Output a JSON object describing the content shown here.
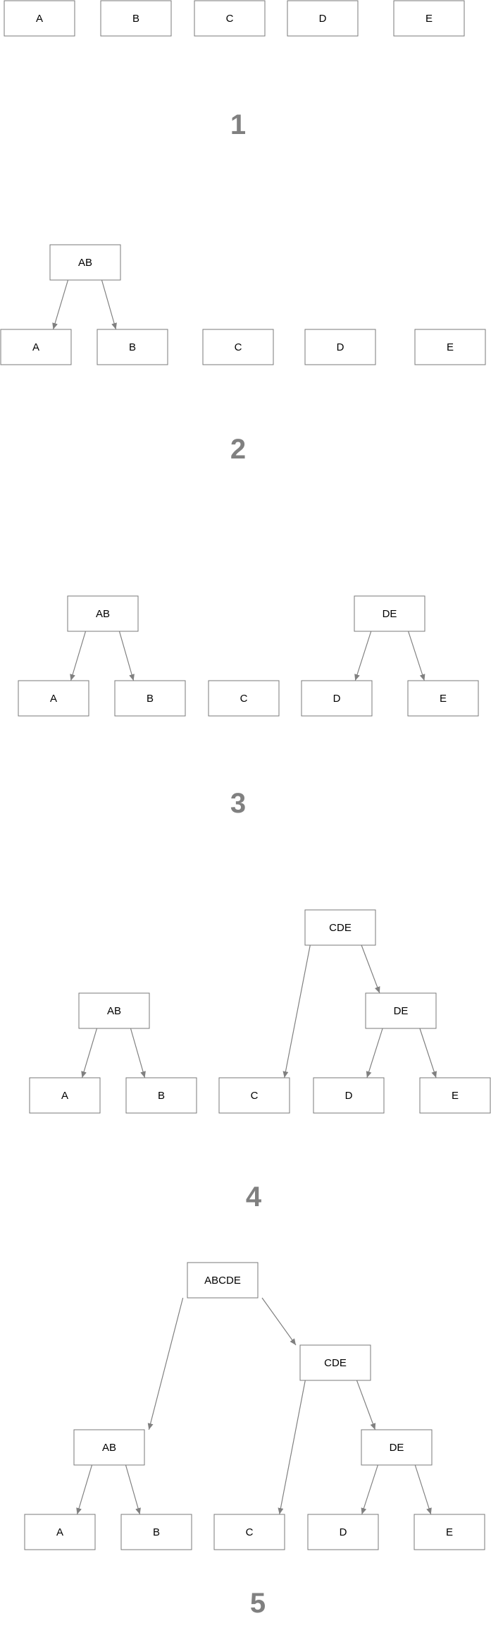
{
  "colors": {
    "node_border": "#7a7a7a",
    "edge": "#808080",
    "step_number": "#808080",
    "text": "#000000"
  },
  "steps": [
    {
      "number": "1",
      "nodes": [
        {
          "id": "A",
          "label": "A"
        },
        {
          "id": "B",
          "label": "B"
        },
        {
          "id": "C",
          "label": "C"
        },
        {
          "id": "D",
          "label": "D"
        },
        {
          "id": "E",
          "label": "E"
        }
      ],
      "edges": []
    },
    {
      "number": "2",
      "nodes": [
        {
          "id": "AB",
          "label": "AB"
        },
        {
          "id": "A",
          "label": "A"
        },
        {
          "id": "B",
          "label": "B"
        },
        {
          "id": "C",
          "label": "C"
        },
        {
          "id": "D",
          "label": "D"
        },
        {
          "id": "E",
          "label": "E"
        }
      ],
      "edges": [
        [
          "AB",
          "A"
        ],
        [
          "AB",
          "B"
        ]
      ]
    },
    {
      "number": "3",
      "nodes": [
        {
          "id": "AB",
          "label": "AB"
        },
        {
          "id": "DE",
          "label": "DE"
        },
        {
          "id": "A",
          "label": "A"
        },
        {
          "id": "B",
          "label": "B"
        },
        {
          "id": "C",
          "label": "C"
        },
        {
          "id": "D",
          "label": "D"
        },
        {
          "id": "E",
          "label": "E"
        }
      ],
      "edges": [
        [
          "AB",
          "A"
        ],
        [
          "AB",
          "B"
        ],
        [
          "DE",
          "D"
        ],
        [
          "DE",
          "E"
        ]
      ]
    },
    {
      "number": "4",
      "nodes": [
        {
          "id": "CDE",
          "label": "CDE"
        },
        {
          "id": "AB",
          "label": "AB"
        },
        {
          "id": "DE",
          "label": "DE"
        },
        {
          "id": "A",
          "label": "A"
        },
        {
          "id": "B",
          "label": "B"
        },
        {
          "id": "C",
          "label": "C"
        },
        {
          "id": "D",
          "label": "D"
        },
        {
          "id": "E",
          "label": "E"
        }
      ],
      "edges": [
        [
          "CDE",
          "C"
        ],
        [
          "CDE",
          "DE"
        ],
        [
          "AB",
          "A"
        ],
        [
          "AB",
          "B"
        ],
        [
          "DE",
          "D"
        ],
        [
          "DE",
          "E"
        ]
      ]
    },
    {
      "number": "5",
      "nodes": [
        {
          "id": "ABCDE",
          "label": "ABCDE"
        },
        {
          "id": "CDE",
          "label": "CDE"
        },
        {
          "id": "AB",
          "label": "AB"
        },
        {
          "id": "DE",
          "label": "DE"
        },
        {
          "id": "A",
          "label": "A"
        },
        {
          "id": "B",
          "label": "B"
        },
        {
          "id": "C",
          "label": "C"
        },
        {
          "id": "D",
          "label": "D"
        },
        {
          "id": "E",
          "label": "E"
        }
      ],
      "edges": [
        [
          "ABCDE",
          "AB"
        ],
        [
          "ABCDE",
          "CDE"
        ],
        [
          "CDE",
          "C"
        ],
        [
          "CDE",
          "DE"
        ],
        [
          "AB",
          "A"
        ],
        [
          "AB",
          "B"
        ],
        [
          "DE",
          "D"
        ],
        [
          "DE",
          "E"
        ]
      ]
    }
  ]
}
